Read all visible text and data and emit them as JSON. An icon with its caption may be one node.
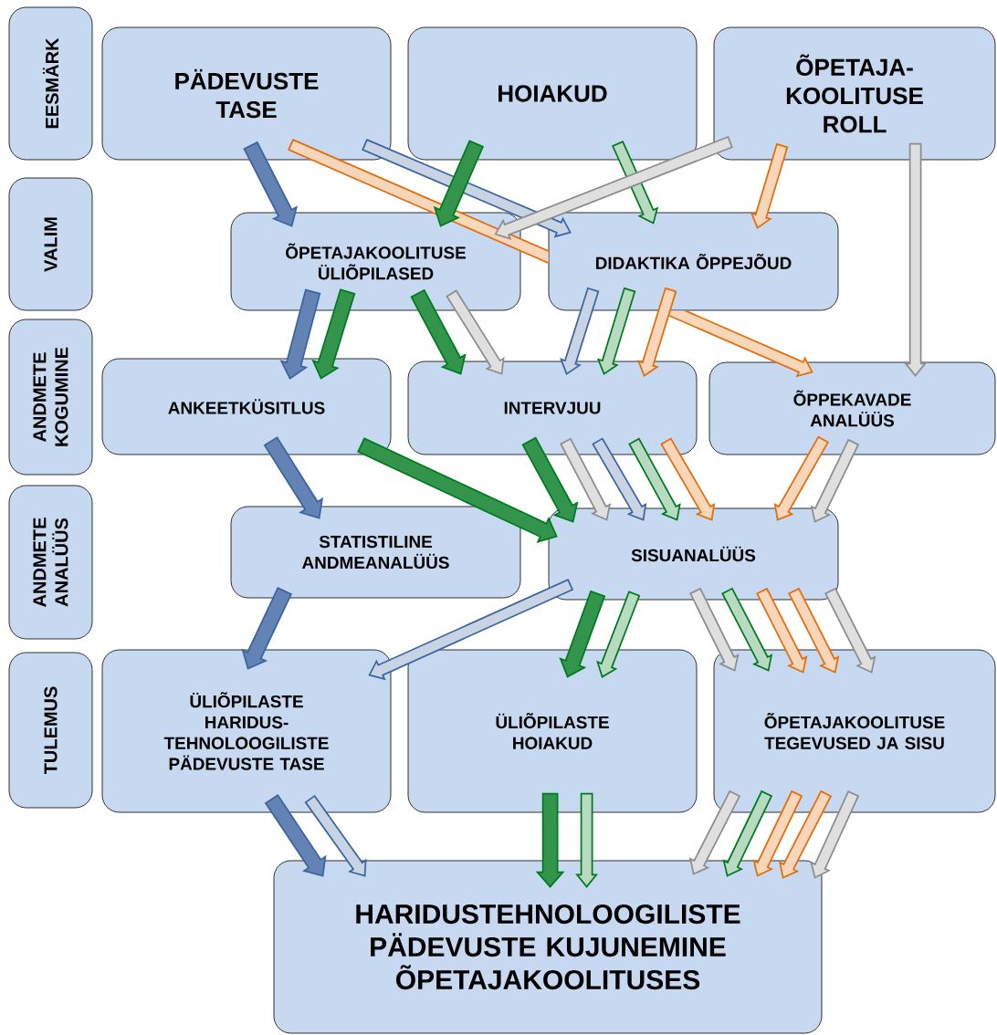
{
  "diagram": {
    "nodes": [
      {
        "text": [
          "EESMÄRK"
        ]
      },
      {
        "text": [
          "VALIM"
        ]
      },
      {
        "text": [
          "ANDMETE KOGUMINE"
        ]
      },
      {
        "text": [
          "ANDMETE ANALÜÜS"
        ]
      },
      {
        "text": [
          "TULEMUS"
        ]
      },
      {
        "text": [
          "PÄDEVUSTE TASE"
        ]
      },
      {
        "text": [
          "HOIAKUD"
        ]
      },
      {
        "text": [
          "ÕPETAJA- KOOLITUSE ROLL"
        ]
      },
      {
        "text": [
          "ÕPETAJAKOOLITUSE ÜLIÕPILASED"
        ]
      },
      {
        "text": [
          "DIDAKTIKA ÕPPEJÕUD"
        ]
      },
      {
        "text": [
          "ANKEETKÜSITLUS"
        ]
      },
      {
        "text": [
          "INTERVJUU"
        ]
      },
      {
        "text": [
          "ÕPPEKAVADE ANALÜÜS"
        ]
      },
      {
        "text": [
          "STATISTILINE ANDMEANALÜÜS"
        ]
      },
      {
        "text": [
          "SISUANALÜÜS"
        ]
      },
      {
        "text": [
          "ÜLIÕPILASTE HARIDUS- TEHNOLOOGILISTE PÄDEVUSTE TASE"
        ]
      },
      {
        "text": [
          "ÜLIÕPILASTE HOIAKUD"
        ]
      },
      {
        "text": [
          "ÕPETAJAKOOLITUSE TEGEVUSED JA SISU"
        ]
      },
      {
        "text": [
          "HARIDUSTEHNOLOOGILISTE PÄDEVUSTE KUJUNEMINE ÕPETAJAKOOLITUSES"
        ]
      }
    ],
    "edges": [
      {
        "from": 5,
        "to": 8,
        "arrow": "to",
        "style": "thick",
        "color": "#3b64a0"
      },
      {
        "from": 5,
        "to": 12,
        "arrow": "to",
        "color": "#e46c0a"
      },
      {
        "from": 5,
        "to": 9,
        "arrow": "to",
        "color": "#3b64a0"
      },
      {
        "from": 6,
        "to": 8,
        "arrow": "to",
        "style": "thick",
        "color": "#007a1f"
      },
      {
        "from": 6,
        "to": 9,
        "arrow": "to",
        "color": "#007a1f"
      },
      {
        "from": 7,
        "to": 8,
        "arrow": "to",
        "color": "#8c8c8c"
      },
      {
        "from": 7,
        "to": 9,
        "arrow": "to",
        "color": "#e46c0a"
      },
      {
        "from": 7,
        "to": 12,
        "arrow": "to",
        "color": "#8c8c8c"
      },
      {
        "from": 8,
        "to": 10,
        "arrow": "to",
        "style": "thick",
        "color": "#3b64a0"
      },
      {
        "from": 8,
        "to": 10,
        "arrow": "to",
        "style": "thick",
        "color": "#007a1f"
      },
      {
        "from": 8,
        "to": 11,
        "arrow": "to",
        "style": "thick",
        "color": "#007a1f"
      },
      {
        "from": 8,
        "to": 11,
        "arrow": "to",
        "color": "#8c8c8c"
      },
      {
        "from": 9,
        "to": 11,
        "arrow": "to",
        "color": "#3b64a0"
      },
      {
        "from": 9,
        "to": 11,
        "arrow": "to",
        "color": "#007a1f"
      },
      {
        "from": 9,
        "to": 11,
        "arrow": "to",
        "color": "#e46c0a"
      },
      {
        "from": 10,
        "to": 13,
        "arrow": "to",
        "style": "thick",
        "color": "#3b64a0"
      },
      {
        "from": 10,
        "to": 14,
        "arrow": "to",
        "style": "thick",
        "color": "#007a1f"
      },
      {
        "from": 11,
        "to": 14,
        "arrow": "to",
        "style": "thick",
        "color": "#007a1f"
      },
      {
        "from": 11,
        "to": 14,
        "arrow": "to",
        "color": "#8c8c8c"
      },
      {
        "from": 11,
        "to": 14,
        "arrow": "to",
        "color": "#3b64a0"
      },
      {
        "from": 11,
        "to": 14,
        "arrow": "to",
        "color": "#007a1f"
      },
      {
        "from": 11,
        "to": 14,
        "arrow": "to",
        "color": "#e46c0a"
      },
      {
        "from": 12,
        "to": 14,
        "arrow": "to",
        "color": "#e46c0a"
      },
      {
        "from": 12,
        "to": 14,
        "arrow": "to",
        "color": "#8c8c8c"
      },
      {
        "from": 13,
        "to": 15,
        "arrow": "to",
        "style": "thick",
        "color": "#3b64a0"
      },
      {
        "from": 14,
        "to": 15,
        "arrow": "to",
        "color": "#3b64a0"
      },
      {
        "from": 14,
        "to": 16,
        "arrow": "to",
        "style": "thick",
        "color": "#007a1f"
      },
      {
        "from": 14,
        "to": 16,
        "arrow": "to",
        "color": "#007a1f"
      },
      {
        "from": 14,
        "to": 17,
        "arrow": "to",
        "color": "#8c8c8c"
      },
      {
        "from": 14,
        "to": 17,
        "arrow": "to",
        "color": "#007a1f"
      },
      {
        "from": 14,
        "to": 17,
        "arrow": "to",
        "color": "#e46c0a"
      },
      {
        "from": 14,
        "to": 17,
        "arrow": "to",
        "color": "#e46c0a"
      },
      {
        "from": 14,
        "to": 17,
        "arrow": "to",
        "color": "#8c8c8c"
      },
      {
        "from": 15,
        "to": 18,
        "arrow": "to",
        "style": "thick",
        "color": "#3b64a0"
      },
      {
        "from": 15,
        "to": 18,
        "arrow": "to",
        "color": "#3b64a0"
      },
      {
        "from": 16,
        "to": 18,
        "arrow": "to",
        "style": "thick",
        "color": "#007a1f"
      },
      {
        "from": 16,
        "to": 18,
        "arrow": "to",
        "color": "#007a1f"
      },
      {
        "from": 17,
        "to": 18,
        "arrow": "to",
        "color": "#8c8c8c"
      },
      {
        "from": 17,
        "to": 18,
        "arrow": "to",
        "color": "#007a1f"
      },
      {
        "from": 17,
        "to": 18,
        "arrow": "to",
        "color": "#e46c0a"
      },
      {
        "from": 17,
        "to": 18,
        "arrow": "to",
        "color": "#e46c0a"
      },
      {
        "from": 17,
        "to": 18,
        "arrow": "to",
        "color": "#8c8c8c"
      }
    ]
  }
}
